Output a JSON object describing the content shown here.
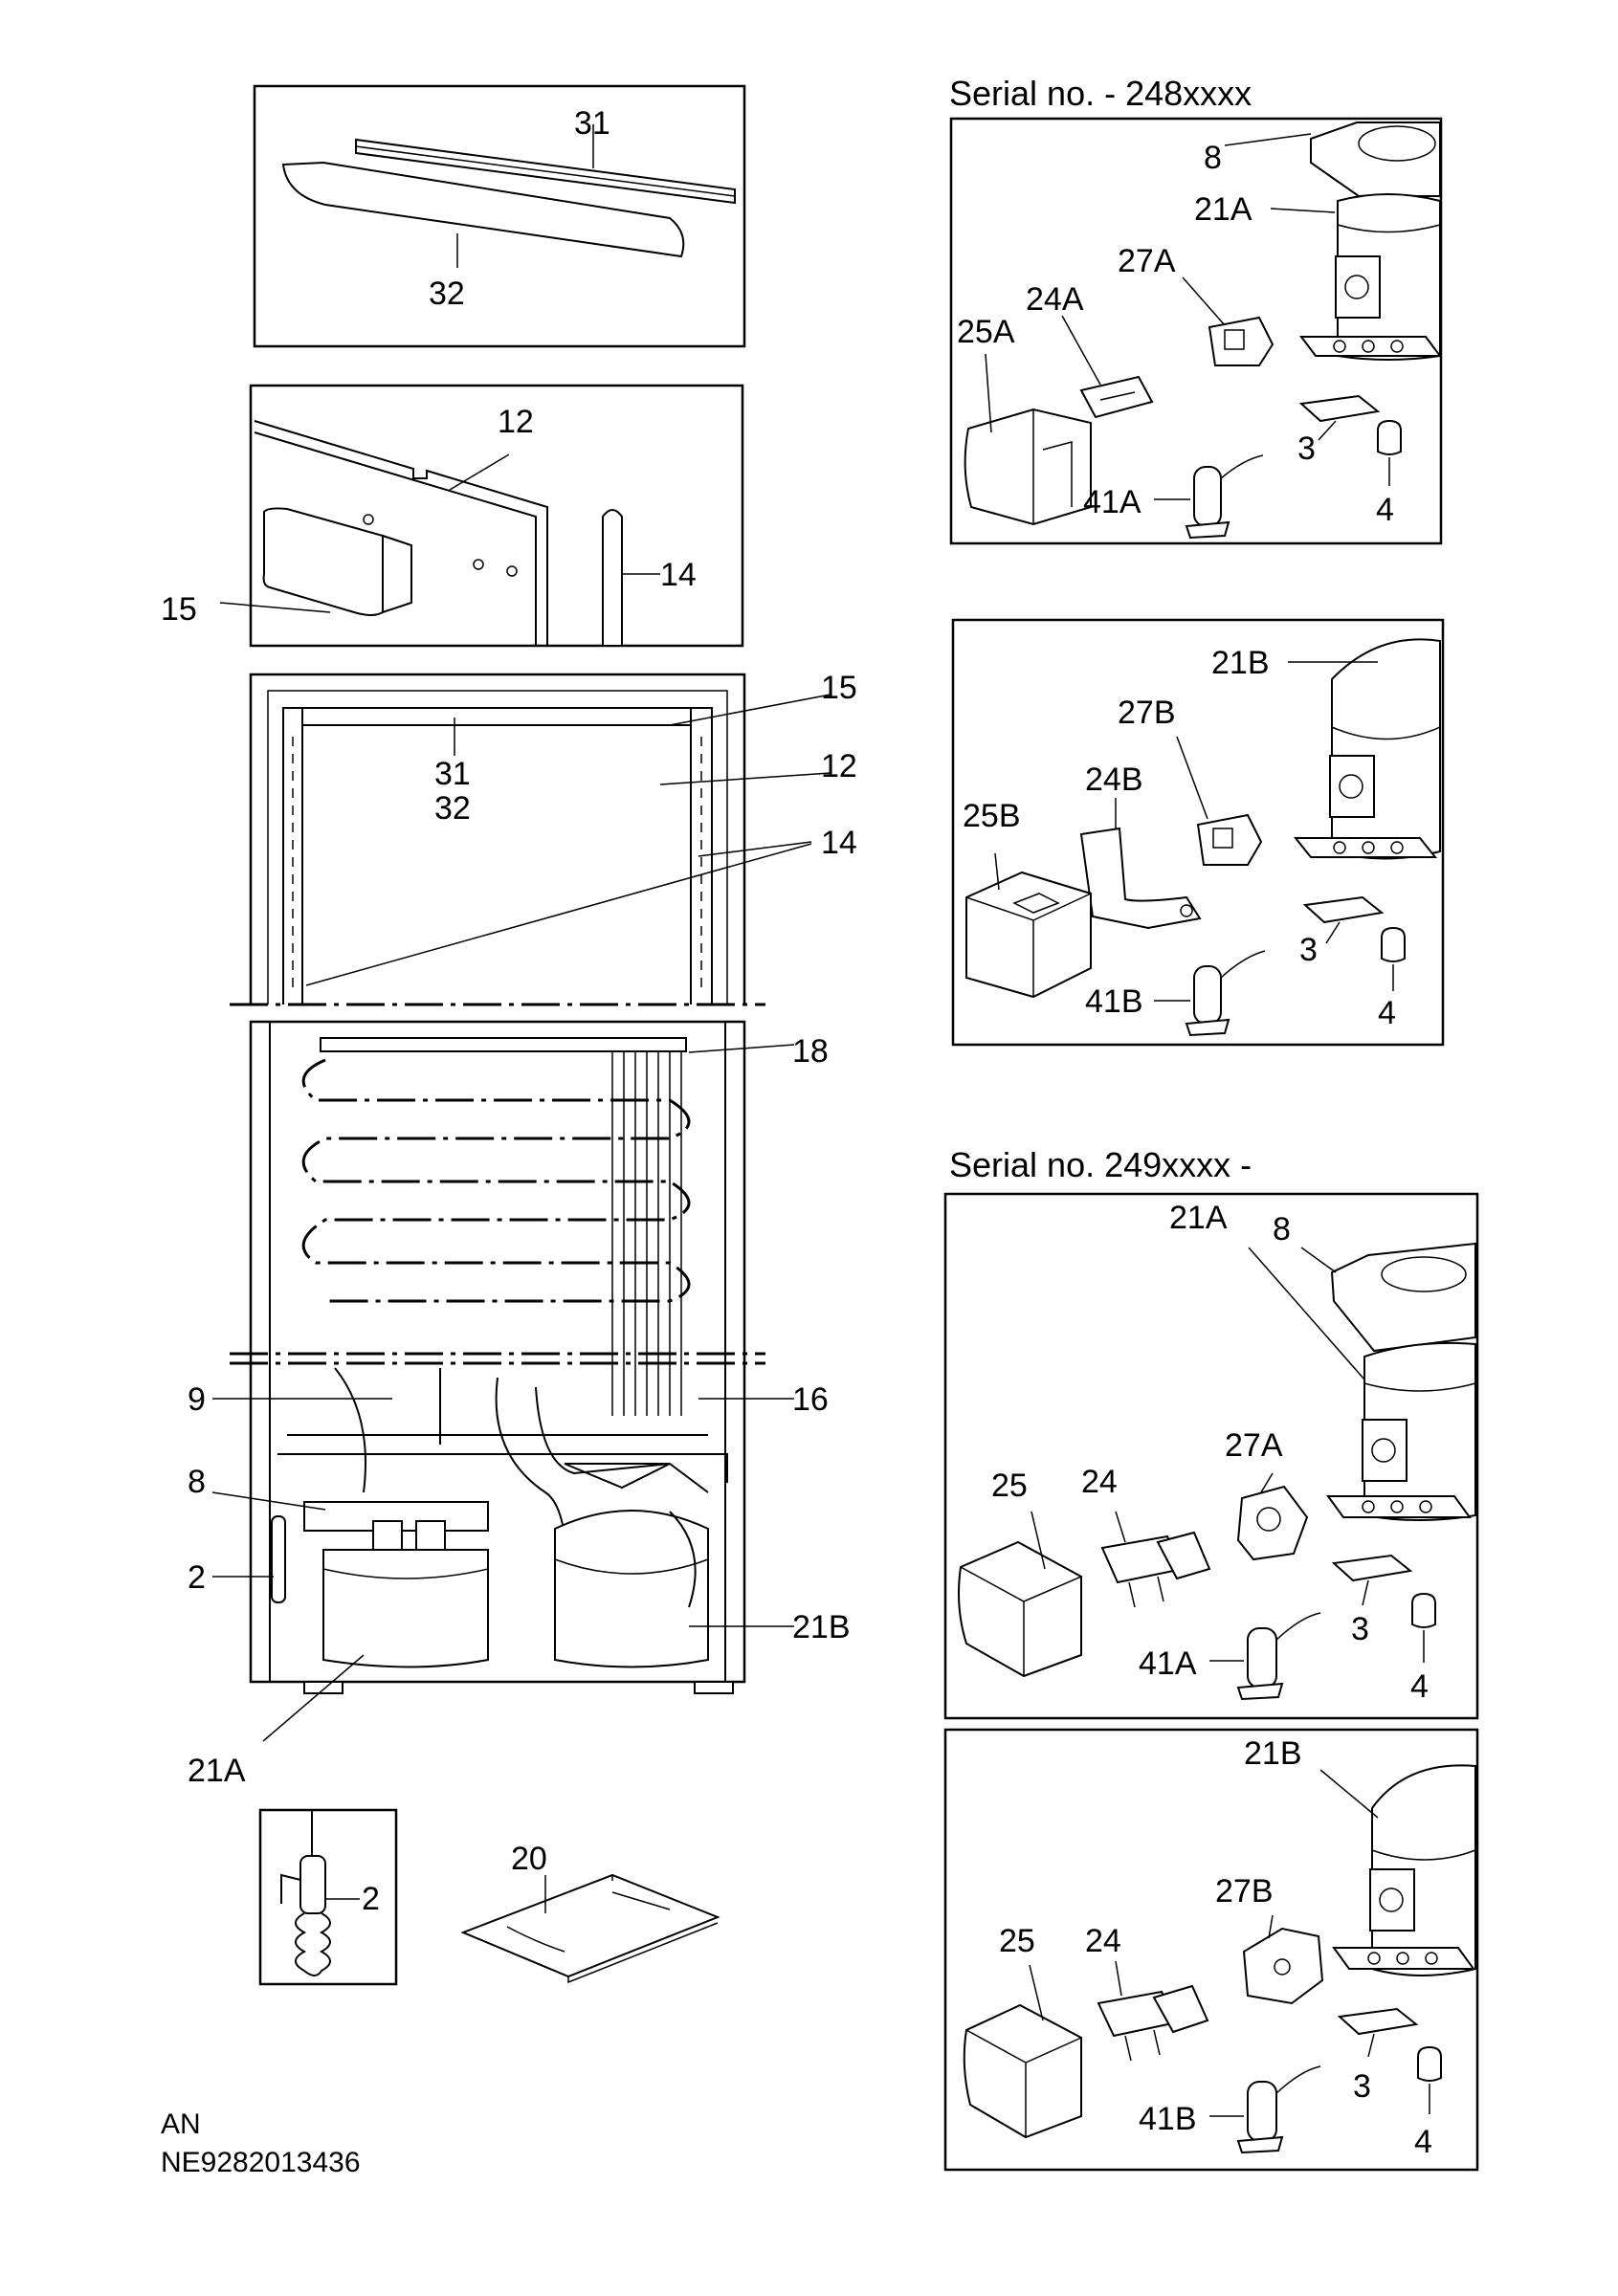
{
  "header": {
    "serial_top": "Serial no. - 248xxxx",
    "serial_bottom": "Serial no. 249xxxx -"
  },
  "footer": {
    "line1": "AN",
    "line2": "NE9282013436"
  },
  "labels": {
    "p31": "31",
    "p32": "32",
    "p12": "12",
    "p15": "15",
    "p14": "14",
    "m15": "15",
    "m31": "31",
    "m32": "32",
    "m12": "12",
    "m14": "14",
    "m18": "18",
    "m9": "9",
    "m16": "16",
    "m8": "8",
    "m2": "2",
    "m21B": "21B",
    "m21A": "21A",
    "d2": "2",
    "d20": "20",
    "a8": "8",
    "a21A": "21A",
    "a27A": "27A",
    "a24A": "24A",
    "a25A": "25A",
    "a3": "3",
    "a41A": "41A",
    "a4": "4",
    "b21B": "21B",
    "b27B": "27B",
    "b24B": "24B",
    "b25B": "25B",
    "b3": "3",
    "b41B": "41B",
    "b4": "4",
    "c21A": "21A",
    "c8": "8",
    "c27A": "27A",
    "c25": "25",
    "c24": "24",
    "c3": "3",
    "c41A": "41A",
    "c4": "4",
    "e21B": "21B",
    "e27B": "27B",
    "e25": "25",
    "e24": "24",
    "e3": "3",
    "e41B": "41B",
    "e4": "4"
  }
}
